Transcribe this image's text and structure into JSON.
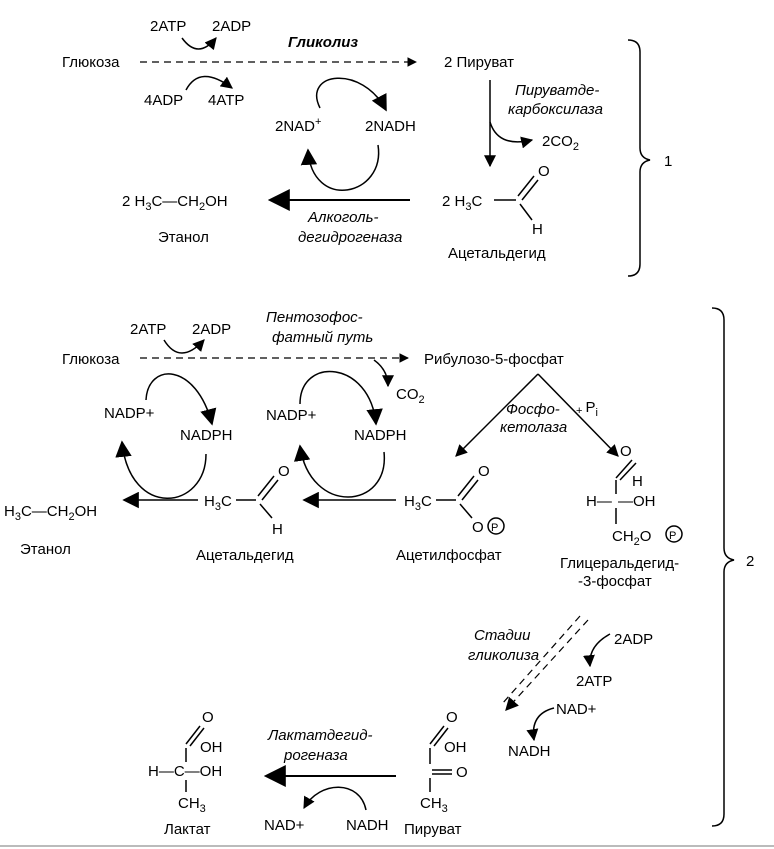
{
  "panel1": {
    "glucose": "Глюкоза",
    "atp_in": "2ATP",
    "adp_out": "2ADP",
    "adp_in": "4ADP",
    "atp_out": "4ATP",
    "process": "Гликолиз",
    "pyruvate": "2 Пируват",
    "enzyme_pdc_1": "Пируватде-",
    "enzyme_pdc_2": "карбоксилаза",
    "co2": "2CO",
    "nad": "2NAD",
    "nadh": "2NADH",
    "ethanol_formula": "2 H",
    "ethanol_name": "Этанол",
    "enzyme_adh_1": "Алкоголь-",
    "enzyme_adh_2": "дегидрогеназа",
    "acetaldehyde_prefix": "2 H",
    "acetaldehyde_name": "Ацетальдегид",
    "brace_label": "1"
  },
  "panel2": {
    "atp_in": "2ATP",
    "adp_out": "2ADP",
    "pathway_1": "Пентозофос-",
    "pathway_2": "фатный путь",
    "glucose": "Глюкоза",
    "ribulose": "Рибулозо-5-фосфат",
    "co2": "CO",
    "nadp_left": "NADP+",
    "nadph_left": "NADPH",
    "nadp_mid": "NADP+",
    "nadph_mid": "NADPH",
    "enzyme_pk_1": "Фосфо-",
    "enzyme_pk_2": "кетолаза",
    "pi": "P",
    "ethanol_name": "Этанол",
    "acetaldehyde_name": "Ацетальдегид",
    "acetylphosphate_name": "Ацетилфосфат",
    "g3p_name_1": "Глицеральдегид-",
    "g3p_name_2": "-3-фосфат",
    "stages_1": "Стадии",
    "stages_2": "гликолиза",
    "adp_in": "2ADP",
    "atp_out": "2ATP",
    "nad_plus": "NAD+",
    "nadh": "NADH",
    "enzyme_ldh_1": "Лактатдегид-",
    "enzyme_ldh_2": "рогеназа",
    "lactate_name": "Лактат",
    "nad_plus_bottom": "NAD+",
    "nadh_bottom": "NADH",
    "pyruvate_name": "Пируват",
    "brace_label": "2"
  }
}
